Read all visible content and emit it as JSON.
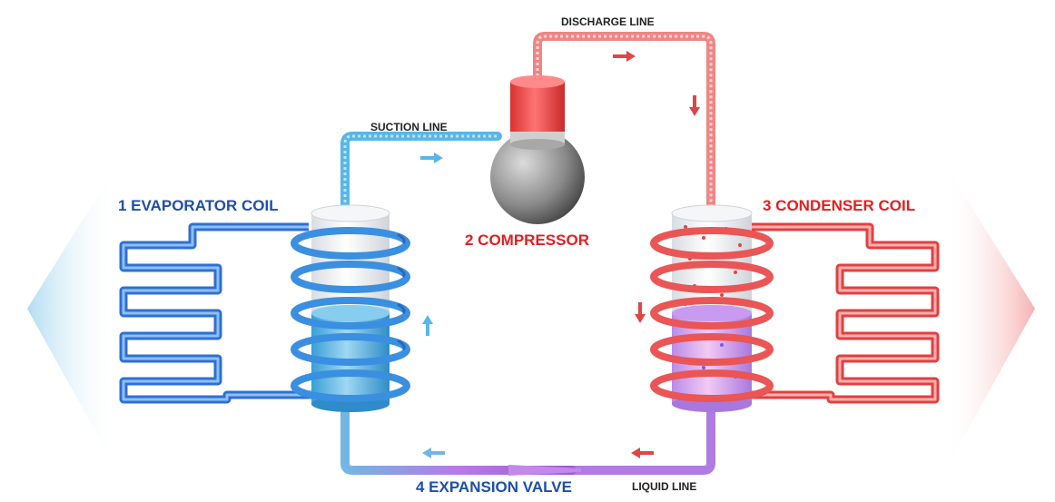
{
  "labels": {
    "evaporator": "1 EVAPORATOR COIL",
    "compressor": "2 COMPRESSOR",
    "condenser": "3 CONDENSER COIL",
    "expansion_valve": "4 EXPANSION VALVE",
    "suction_line": "SUCTION LINE",
    "discharge_line": "DISCHARGE LINE",
    "liquid_line": "LIQUID LINE"
  },
  "colors": {
    "cold": "#2f6fd6",
    "cold_label": "#1e4fa8",
    "hot": "#e54545",
    "hot_label": "#e02020",
    "liquid": "#9b59d6",
    "text_dark": "#222222",
    "compressor_top": "#ee4444",
    "compressor_body": "#7a7a7a"
  },
  "icons": {
    "flow_arrow": "arrow-icon",
    "air_arrow": "big-arrow-icon"
  }
}
